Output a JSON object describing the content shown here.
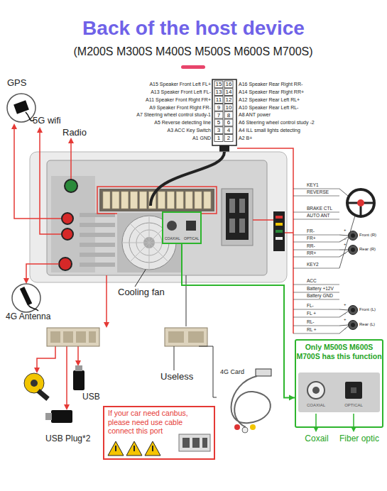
{
  "diagram": {
    "title": "Back of the host device",
    "nodes": [
      {
        "text": [
          "COAXIAL",
          "OPTICAL"
        ]
      },
      {
        "text": [
          "Only M500S M600S M700S has this function"
        ]
      },
      {
        "text": [
          "If your car need canbus, please need use cable connect this port"
        ]
      }
    ],
    "edges": [
      {
        "from": 0,
        "to": 1,
        "arrow": "to"
      }
    ],
    "labels": [
      "(M200S M300S M400S M500S M600S M700S)",
      "A15 Speaker Front Left FL+",
      "15",
      "16",
      "A16 Speaker Rear Right RR-",
      "A13 Speaker Front Left FL-",
      "13",
      "14",
      "A14 Speaker Rear Right RR+",
      "A11 Speaker Front Right FR+",
      "11",
      "12",
      "A12 Speaker Rear Left RL+",
      "A9 Speaker Front Right FR-",
      "9",
      "10",
      "A10 Speaker Rear Left RL-",
      "A7 Steering wheel control study-1",
      "7",
      "8",
      "A8 ANT power",
      "A5 Reverse detecting line",
      "5",
      "6",
      "A6 Steering wheel control study -2",
      "A3 ACC Key Switch",
      "3",
      "4",
      "A4 ILL small lights detecting",
      "A1 GND",
      "1",
      "2",
      "A2 B+",
      "GPS",
      "5G wifi",
      "Radio",
      "Cooling fan",
      "4G Antenna",
      "KEY1",
      "REVERSE",
      "BRAKE CTL",
      "AUTO ANT",
      "FR-",
      "FR+",
      "RR-",
      "RR+",
      "KEY2",
      "ACC",
      "Battery +12V",
      "Battery GND",
      "FL-",
      "FL +",
      "RL-",
      "RL +",
      "Front (R)",
      "Rear (R)",
      "Front (L)",
      "Rear (L)",
      "USB",
      "USB Plug*2",
      "Useless",
      "4G Card",
      "COAXIAL",
      "OPTICAL",
      "Coxail",
      "Fiber optic",
      "+",
      "-",
      "+",
      "-",
      "+",
      "-",
      "+",
      "-"
    ]
  }
}
